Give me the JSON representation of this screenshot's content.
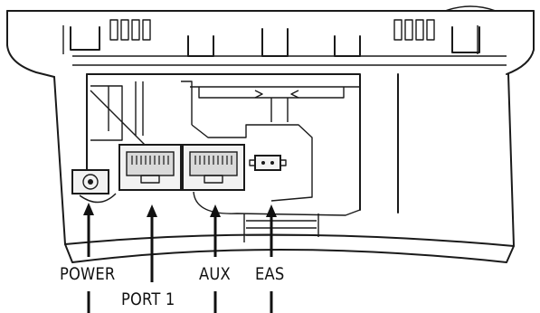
{
  "labels": {
    "power": "POWER",
    "port1": "PORT 1",
    "aux": "AUX",
    "eas": "EAS"
  },
  "colors": {
    "stroke": "#1a1a1a",
    "background": "#ffffff",
    "port_fill": "#f2f2f2"
  }
}
